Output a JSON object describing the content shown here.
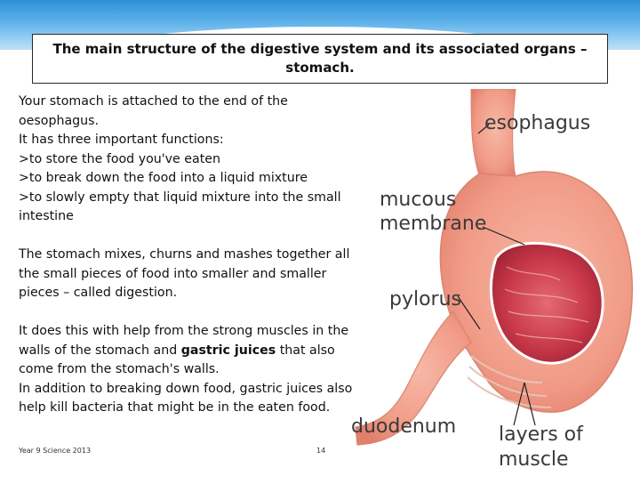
{
  "title": "The main structure of the digestive system and its associated organs – stomach.",
  "body": {
    "p1": [
      "Your stomach is attached to the end of the oesophagus.",
      "It has three important functions:",
      ">to store the food you've eaten",
      ">to break down the food into a liquid mixture",
      ">to slowly empty that liquid mixture into the small intestine"
    ],
    "p2": "The stomach mixes, churns and mashes together all the small pieces of food into smaller and smaller pieces – called digestion.",
    "p3_before": "It does this with help from the strong muscles in the walls of the stomach and ",
    "p3_bold": "gastric juices",
    "p3_after": " that also come from the stomach's walls.",
    "p4": "In addition to breaking down food, gastric juices also help kill bacteria that might be in the eaten food."
  },
  "footer": {
    "left": "Year 9 Science 2013",
    "page": "14"
  },
  "diagram_labels": {
    "esophagus": "esophagus",
    "mucous_1": "mucous",
    "mucous_2": "membrane",
    "pylorus": "pylorus",
    "duodenum": "duodenum",
    "layers_1": "layers of",
    "layers_2": "muscle"
  },
  "colors": {
    "header_blue": "#2f8fd6",
    "stomach_pink": "#f2a08e",
    "stomach_inner": "#c23a48",
    "label_text": "#3a3a3a"
  }
}
